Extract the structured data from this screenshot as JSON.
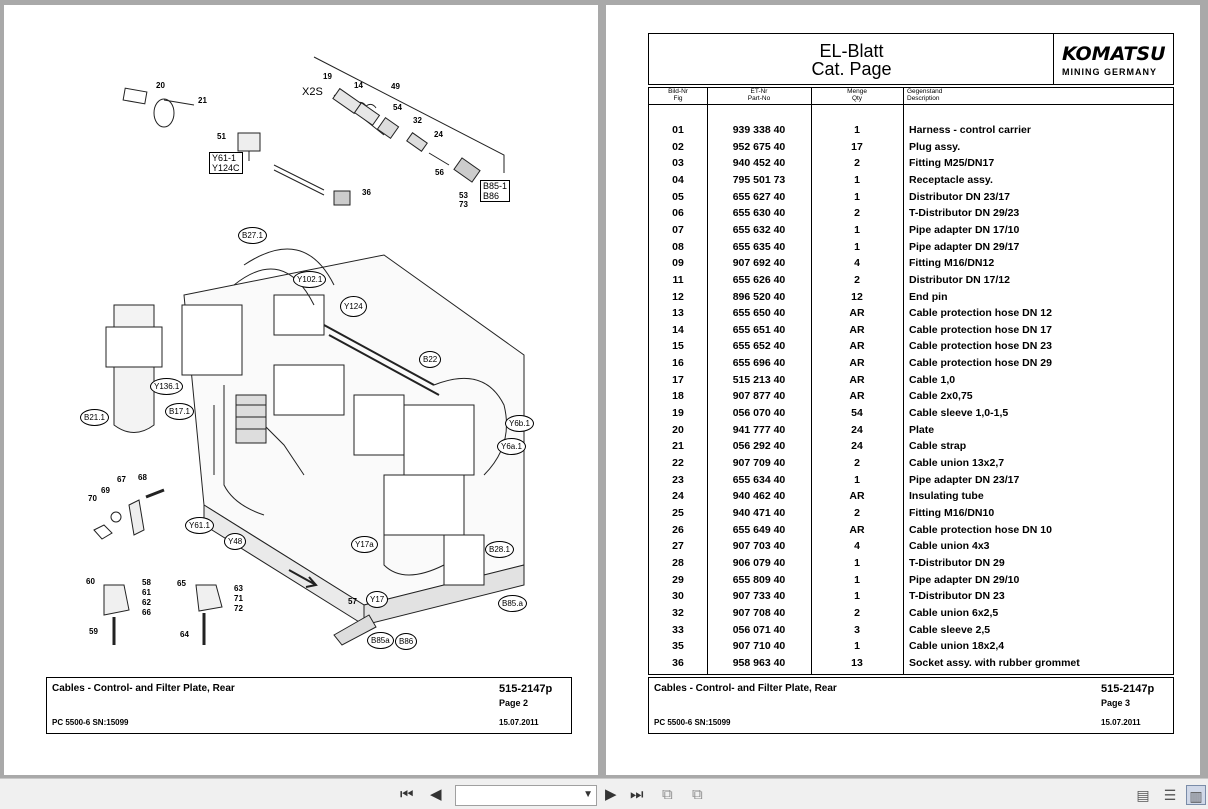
{
  "left_page": {
    "labels": {
      "n20": "20",
      "n21": "21",
      "n19": "19",
      "n14": "14",
      "n49": "49",
      "x2s": "X2S",
      "n54": "54",
      "n32": "32",
      "n24": "24",
      "n56": "56",
      "n53": "53",
      "n73": "73",
      "n51": "51",
      "n36": "36",
      "n67": "67",
      "n68": "68",
      "n69": "69",
      "n70": "70",
      "n60": "60",
      "n58": "58",
      "n61": "61",
      "n62": "62",
      "n66": "66",
      "n59": "59",
      "n65": "65",
      "n63": "63",
      "n71": "71",
      "n72": "72",
      "n64": "64",
      "n57": "57"
    },
    "box_tags": {
      "y61_y124c": "Y61-1\nY124C",
      "b85_b86": "B85-1\nB86"
    },
    "tags": {
      "b27": "B27.1",
      "y102": "Y102.1",
      "y124": "Y124",
      "b22": "B22",
      "y136": "Y136.1",
      "b17": "B17.1",
      "b21": "B21.1",
      "y6b": "Y6b.1",
      "y6a": "Y6a.1",
      "y61": "Y61.1",
      "y48": "Y48",
      "y17a": "Y17a",
      "b28": "B28.1",
      "y17": "Y17",
      "b85a_right": "B85.a",
      "b85a": "B85a",
      "b86": "B86"
    },
    "footer": {
      "title": "Cables - Control- and Filter Plate, Rear",
      "number": "515-2147p",
      "page": "Page 2",
      "model": "PC 5500-6 SN:15099",
      "date": "15.07.2011"
    }
  },
  "right_page": {
    "header": {
      "title1": "EL-Blatt",
      "title2": "Cat. Page"
    },
    "logo": {
      "main": "KOMATSU",
      "sub": "MINING GERMANY"
    },
    "columns": {
      "fig": "Bild-Nr\nFig",
      "part": "ET-Nr\nPart-No",
      "qty": "Menge\nQty",
      "desc": "Gegenstand\nDescription"
    },
    "rows": [
      {
        "fig": "01",
        "part": "939 338 40",
        "qty": "1",
        "desc": "Harness - control carrier"
      },
      {
        "fig": "02",
        "part": "952 675 40",
        "qty": "17",
        "desc": "Plug assy."
      },
      {
        "fig": "03",
        "part": "940 452 40",
        "qty": "2",
        "desc": "Fitting  M25/DN17"
      },
      {
        "fig": "04",
        "part": "795 501 73",
        "qty": "1",
        "desc": "Receptacle assy."
      },
      {
        "fig": "05",
        "part": "655 627 40",
        "qty": "1",
        "desc": "Distributor  DN 23/17"
      },
      {
        "fig": "06",
        "part": "655 630 40",
        "qty": "2",
        "desc": "T-Distributor  DN 29/23"
      },
      {
        "fig": "07",
        "part": "655 632 40",
        "qty": "1",
        "desc": "Pipe adapter  DN 17/10"
      },
      {
        "fig": "08",
        "part": "655 635 40",
        "qty": "1",
        "desc": "Pipe adapter  DN 29/17"
      },
      {
        "fig": "09",
        "part": "907 692 40",
        "qty": "4",
        "desc": "Fitting M16/DN12"
      },
      {
        "fig": "11",
        "part": "655 626 40",
        "qty": "2",
        "desc": "Distributor DN 17/12"
      },
      {
        "fig": "12",
        "part": "896 520 40",
        "qty": "12",
        "desc": "End pin"
      },
      {
        "fig": "13",
        "part": "655 650 40",
        "qty": "AR",
        "desc": "Cable protection hose DN 12"
      },
      {
        "fig": "14",
        "part": "655 651 40",
        "qty": "AR",
        "desc": "Cable protection hose DN 17"
      },
      {
        "fig": "15",
        "part": "655 652 40",
        "qty": "AR",
        "desc": "Cable protection hose DN 23"
      },
      {
        "fig": "16",
        "part": "655 696 40",
        "qty": "AR",
        "desc": "Cable protection hose DN 29"
      },
      {
        "fig": "17",
        "part": "515 213 40",
        "qty": "AR",
        "desc": "Cable 1,0"
      },
      {
        "fig": "18",
        "part": "907 877 40",
        "qty": "AR",
        "desc": "Cable 2x0,75"
      },
      {
        "fig": "19",
        "part": "056 070 40",
        "qty": "54",
        "desc": "Cable sleeve 1,0-1,5"
      },
      {
        "fig": "20",
        "part": "941 777 40",
        "qty": "24",
        "desc": "Plate"
      },
      {
        "fig": "21",
        "part": "056 292 40",
        "qty": "24",
        "desc": "Cable strap"
      },
      {
        "fig": "22",
        "part": "907 709 40",
        "qty": "2",
        "desc": "Cable union 13x2,7"
      },
      {
        "fig": "23",
        "part": "655 634 40",
        "qty": "1",
        "desc": "Pipe adapter  DN 23/17"
      },
      {
        "fig": "24",
        "part": "940 462 40",
        "qty": "AR",
        "desc": "Insulating tube"
      },
      {
        "fig": "25",
        "part": "940 471 40",
        "qty": "2",
        "desc": "Fitting M16/DN10"
      },
      {
        "fig": "26",
        "part": "655 649 40",
        "qty": "AR",
        "desc": "Cable protection hose  DN 10"
      },
      {
        "fig": "27",
        "part": "907 703 40",
        "qty": "4",
        "desc": "Cable union 4x3"
      },
      {
        "fig": "28",
        "part": "906 079 40",
        "qty": "1",
        "desc": "T-Distributor  DN 29"
      },
      {
        "fig": "29",
        "part": "655 809 40",
        "qty": "1",
        "desc": "Pipe adapter  DN 29/10"
      },
      {
        "fig": "30",
        "part": "907 733 40",
        "qty": "1",
        "desc": "T-Distributor  DN 23"
      },
      {
        "fig": "32",
        "part": "907 708 40",
        "qty": "2",
        "desc": "Cable union 6x2,5"
      },
      {
        "fig": "33",
        "part": "056 071 40",
        "qty": "3",
        "desc": "Cable sleeve 2,5"
      },
      {
        "fig": "35",
        "part": "907 710 40",
        "qty": "1",
        "desc": "Cable union 18x2,4"
      },
      {
        "fig": "36",
        "part": "958 963 40",
        "qty": "13",
        "desc": "Socket assy. with rubber grommet"
      }
    ],
    "footer": {
      "title": "Cables - Control- and Filter Plate, Rear",
      "number": "515-2147p",
      "page": "Page 3",
      "model": "PC 5500-6 SN:15099",
      "date": "15.07.2011"
    }
  },
  "toolbar": {
    "page_select_value": "",
    "icons": [
      "first-page-icon",
      "prev-page-icon",
      "next-page-icon",
      "last-page-icon",
      "copy-icon",
      "paste-icon",
      "single-page-view-icon",
      "continuous-view-icon",
      "two-page-view-icon"
    ]
  }
}
